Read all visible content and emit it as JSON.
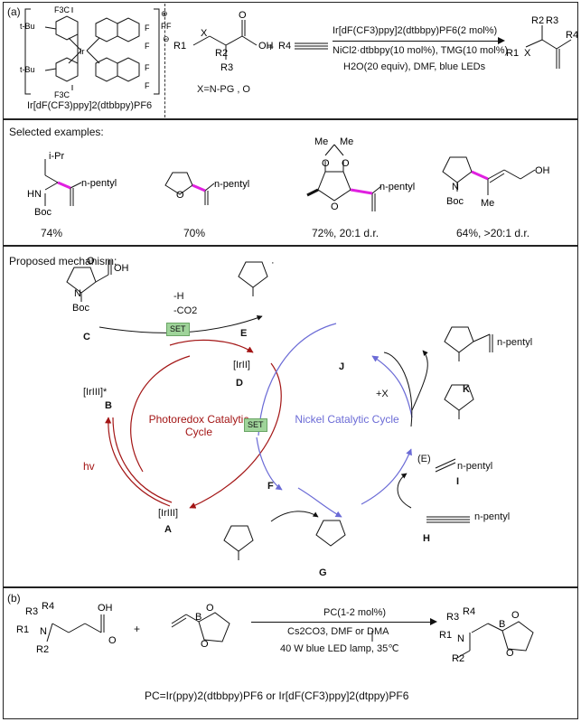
{
  "panel_a": {
    "label": "(a)",
    "catalyst_name": "Ir[dF(CF3)ppy]2(dtbbpy)PF6",
    "reagents_top": "Ir[dF(CF3)ppy]2(dtbbpy)PF6(2 mol%)",
    "reagents_mid": "NiCl2·dtbbpy(10 mol%), TMG(10 mol%)",
    "reagents_bot": "H2O(20 equiv), DMF, blue LEDs",
    "x_def": "X=N-PG , O",
    "plus": "+"
  },
  "examples": {
    "heading": "Selected examples:",
    "items": [
      {
        "yield": "74%"
      },
      {
        "yield": "70%"
      },
      {
        "yield": "72%, 20:1 d.r."
      },
      {
        "yield": "64%, >20:1 d.r."
      }
    ]
  },
  "mechanism": {
    "heading": "Proposed mechanism:",
    "photoredox": "Photoredox Catalytic Cycle",
    "nickel": "Nickel Catalytic Cycle",
    "set": "SET",
    "hv": "hv",
    "minus_h": "-H",
    "minus_co2": "-CO2",
    "plus_x": "+X",
    "n_pentyl": "n-pentyl",
    "boc": "Boc",
    "e_label": "(E)",
    "ir3_star": "[IrIII]*",
    "ir2": "[IrII]",
    "ir3": "[IrIII]",
    "letters": {
      "A": "A",
      "B": "B",
      "C": "C",
      "D": "D",
      "E": "E",
      "F": "F",
      "G": "G",
      "H": "H",
      "I": "I",
      "J": "J",
      "K": "K"
    }
  },
  "panel_b": {
    "label": "(b)",
    "conditions_top": "PC(1-2 mol%)",
    "conditions_mid": "Cs2CO3, DMF or DMA",
    "conditions_bot": "40 W blue LED lamp, 35℃",
    "pc_def": "PC=Ir(ppy)2(dtbbpy)PF6 or Ir[dF(CF3)ppy]2(dtppy)PF6",
    "plus": "+"
  },
  "colors": {
    "red": "#a31515",
    "blue": "#6b6bd6",
    "magenta": "#e020e0",
    "set_green": "#9fd49a"
  }
}
